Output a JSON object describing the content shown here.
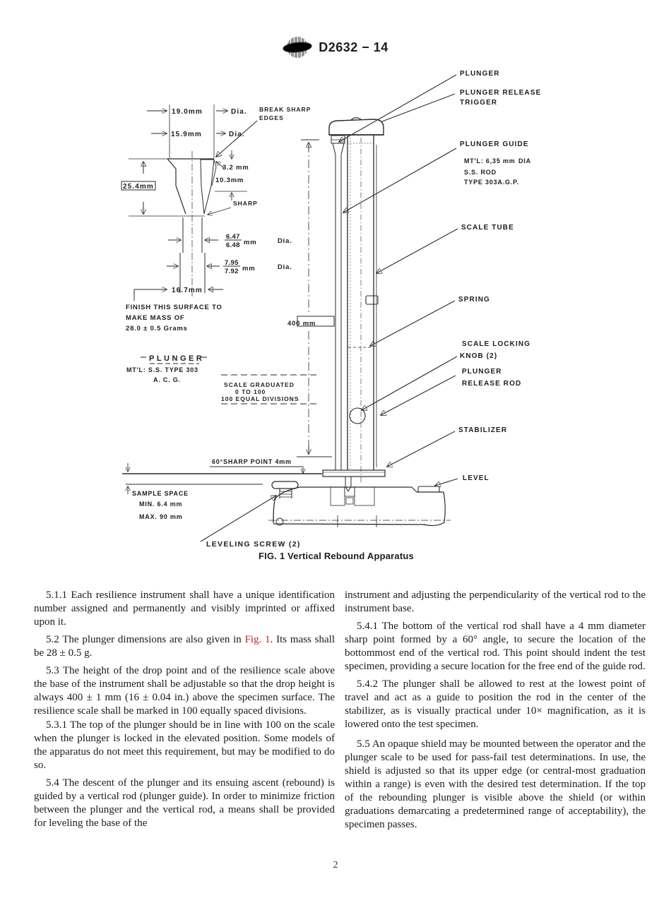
{
  "header": {
    "designation": "D2632 − 14",
    "logo": "astm-seal"
  },
  "figure": {
    "caption": "FIG. 1 Vertical Rebound Apparatus",
    "detail": {
      "dim_19_0": "19.0mm",
      "dim_19_0_dia": "Dia.",
      "dim_15_9": "15.9mm",
      "dim_15_9_dia": "Dia.",
      "break_sharp_line1": "BREAK SHARP",
      "break_sharp_line2": "EDGES",
      "dim_3_2": "3.2 mm",
      "dim_10_3": "10.3mm",
      "dim_25_4": "25.4mm",
      "sharp": "SHARP",
      "dia_num_647": "6.47",
      "dia_den_648": "6.48",
      "dia_unit1": "mm",
      "dia_label1": "Dia.",
      "dia_num_795": "7.95",
      "dia_den_792": "7.92",
      "dia_unit2": "mm",
      "dia_label2": "Dia.",
      "dim_16_7": "16.7mm",
      "finish_line1": "FINISH THIS SURFACE TO",
      "finish_line2": "MAKE MASS OF",
      "finish_line3": "28.0 ± 0.5 Grams",
      "plunger_title": "PLUNGER",
      "plunger_material": "MT'L: S.S. TYPE 303",
      "plunger_material2": "A. C. G.",
      "scale_note_line1": "SCALE GRADUATED",
      "scale_note_line2": "0 TO 100",
      "scale_note_line3": "100 EQUAL DIVISIONS",
      "dim_400": "400 mm",
      "sharp_point_note": "60°SHARP POINT  4mm",
      "sample_space": "SAMPLE SPACE",
      "sample_min": "MIN. 6.4 mm",
      "sample_max": "MAX. 90 mm",
      "leveling_screw": "LEVELING SCREW (2)"
    },
    "callouts": {
      "plunger": "PLUNGER",
      "release_trigger1": "PLUNGER RELEASE",
      "release_trigger2": "TRIGGER",
      "plunger_guide": "PLUNGER GUIDE",
      "guide_material": "MT'L: 6,35 mm",
      "guide_dia": "DIA",
      "guide_rod": "S.S. ROD",
      "guide_type": "TYPE 303A.G.P.",
      "scale_tube": "SCALE TUBE",
      "spring": "SPRING",
      "scale_locking1": "SCALE LOCKING",
      "scale_locking2": "KNOB (2)",
      "release_rod1": "PLUNGER",
      "release_rod2": "RELEASE ROD",
      "stabilizer": "STABILIZER",
      "level": "LEVEL"
    }
  },
  "body": {
    "left": [
      {
        "text": "5.1.1  Each resilience instrument shall have a unique identification number assigned and permanently and visibly imprinted or affixed upon it."
      },
      {
        "before": "5.2  The plunger dimensions are also given in ",
        "link": "Fig. 1",
        "after": ". Its mass shall be 28 ± 0.5 g."
      },
      {
        "text": "5.3  The height of the drop point and of the resilience scale above the base of the instrument shall be adjustable so that the drop height is always 400 ± 1 mm (16 ± 0.04 in.) above the specimen surface. The resilience scale shall be marked in 100 equally spaced divisions."
      },
      {
        "text": "5.3.1  The top of the plunger should be in line with 100 on the scale when the plunger is locked in the elevated position. Some models of the apparatus do not meet this requirement, but may be modified to do so."
      },
      {
        "text": "5.4  The descent of the plunger and its ensuing ascent (rebound) is guided by a vertical rod (plunger guide). In order to minimize friction between the plunger and the vertical rod, a means shall be provided for leveling the base of the"
      }
    ],
    "right": [
      {
        "text": "instrument and adjusting the perpendicularity of the vertical rod to the instrument base."
      },
      {
        "text": "5.4.1  The bottom of the vertical rod shall have a 4 mm diameter sharp point formed by a 60° angle, to secure the location of the bottommost end of the vertical rod. This point should indent the test specimen, providing a secure location for the free end of the guide rod."
      },
      {
        "text": "5.4.2  The plunger shall be allowed to rest at the lowest point of travel and act as a guide to position the rod in the center of the stabilizer, as is visually practical under 10× magnification, as it is lowered onto the test specimen."
      },
      {
        "text": "5.5  An opaque shield may be mounted between the operator and the plunger scale to be used for pass-fail test determinations. In use, the shield is adjusted so that its upper edge (or central-most graduation within a range) is even with the desired test determination. If the top of the rebounding plunger is visible above the shield (or within graduations demarcating a predetermined range of acceptability), the specimen passes."
      }
    ]
  },
  "footer": {
    "page_number": "2"
  },
  "colors": {
    "link_red": "#c22020",
    "ink": "#1d1d1d"
  }
}
